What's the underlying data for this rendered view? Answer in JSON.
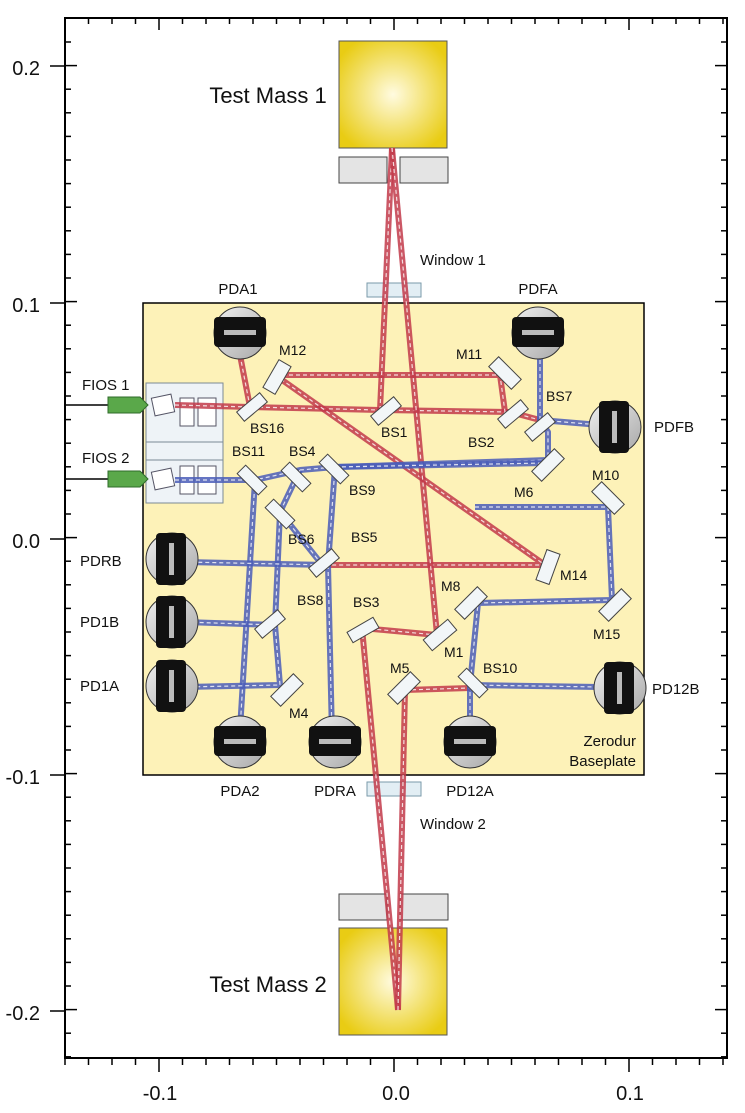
{
  "axes": {
    "y_ticks": [
      "0.2",
      "0.1",
      "0.0",
      "-0.1",
      "-0.2"
    ],
    "x_ticks": [
      "-0.1",
      "0.0",
      "0.1"
    ]
  },
  "colors": {
    "baseplate": "#fdf2b8",
    "test_mass": "#f4dc2a",
    "red_beam": "#c23a4a",
    "blue_beam": "#4a5db8",
    "photodiode": "#111111",
    "fiber_tip": "#5aa84a"
  },
  "labels": {
    "test_mass_1": "Test Mass 1",
    "test_mass_2": "Test Mass 2",
    "window_1": "Window 1",
    "window_2": "Window 2",
    "fios_1": "FIOS 1",
    "fios_2": "FIOS 2",
    "baseplate_line1": "Zerodur",
    "baseplate_line2": "Baseplate"
  },
  "photodiodes": {
    "PDA1": "PDA1",
    "PDFA": "PDFA",
    "PDFB": "PDFB",
    "PDRB": "PDRB",
    "PD1B": "PD1B",
    "PD1A": "PD1A",
    "PDA2": "PDA2",
    "PDRA": "PDRA",
    "PD12A": "PD12A",
    "PD12B": "PD12B"
  },
  "optics": {
    "M12": "M12",
    "M11": "M11",
    "BS16": "BS16",
    "BS1": "BS1",
    "BS2": "BS2",
    "BS7": "BS7",
    "BS11": "BS11",
    "BS4": "BS4",
    "BS9": "BS9",
    "M6": "M6",
    "M10": "M10",
    "BS6": "BS6",
    "BS5": "BS5",
    "M14": "M14",
    "M8": "M8",
    "BS8": "BS8",
    "BS3": "BS3",
    "M1": "M1",
    "M15": "M15",
    "BS10": "BS10",
    "M5": "M5",
    "M4": "M4"
  }
}
